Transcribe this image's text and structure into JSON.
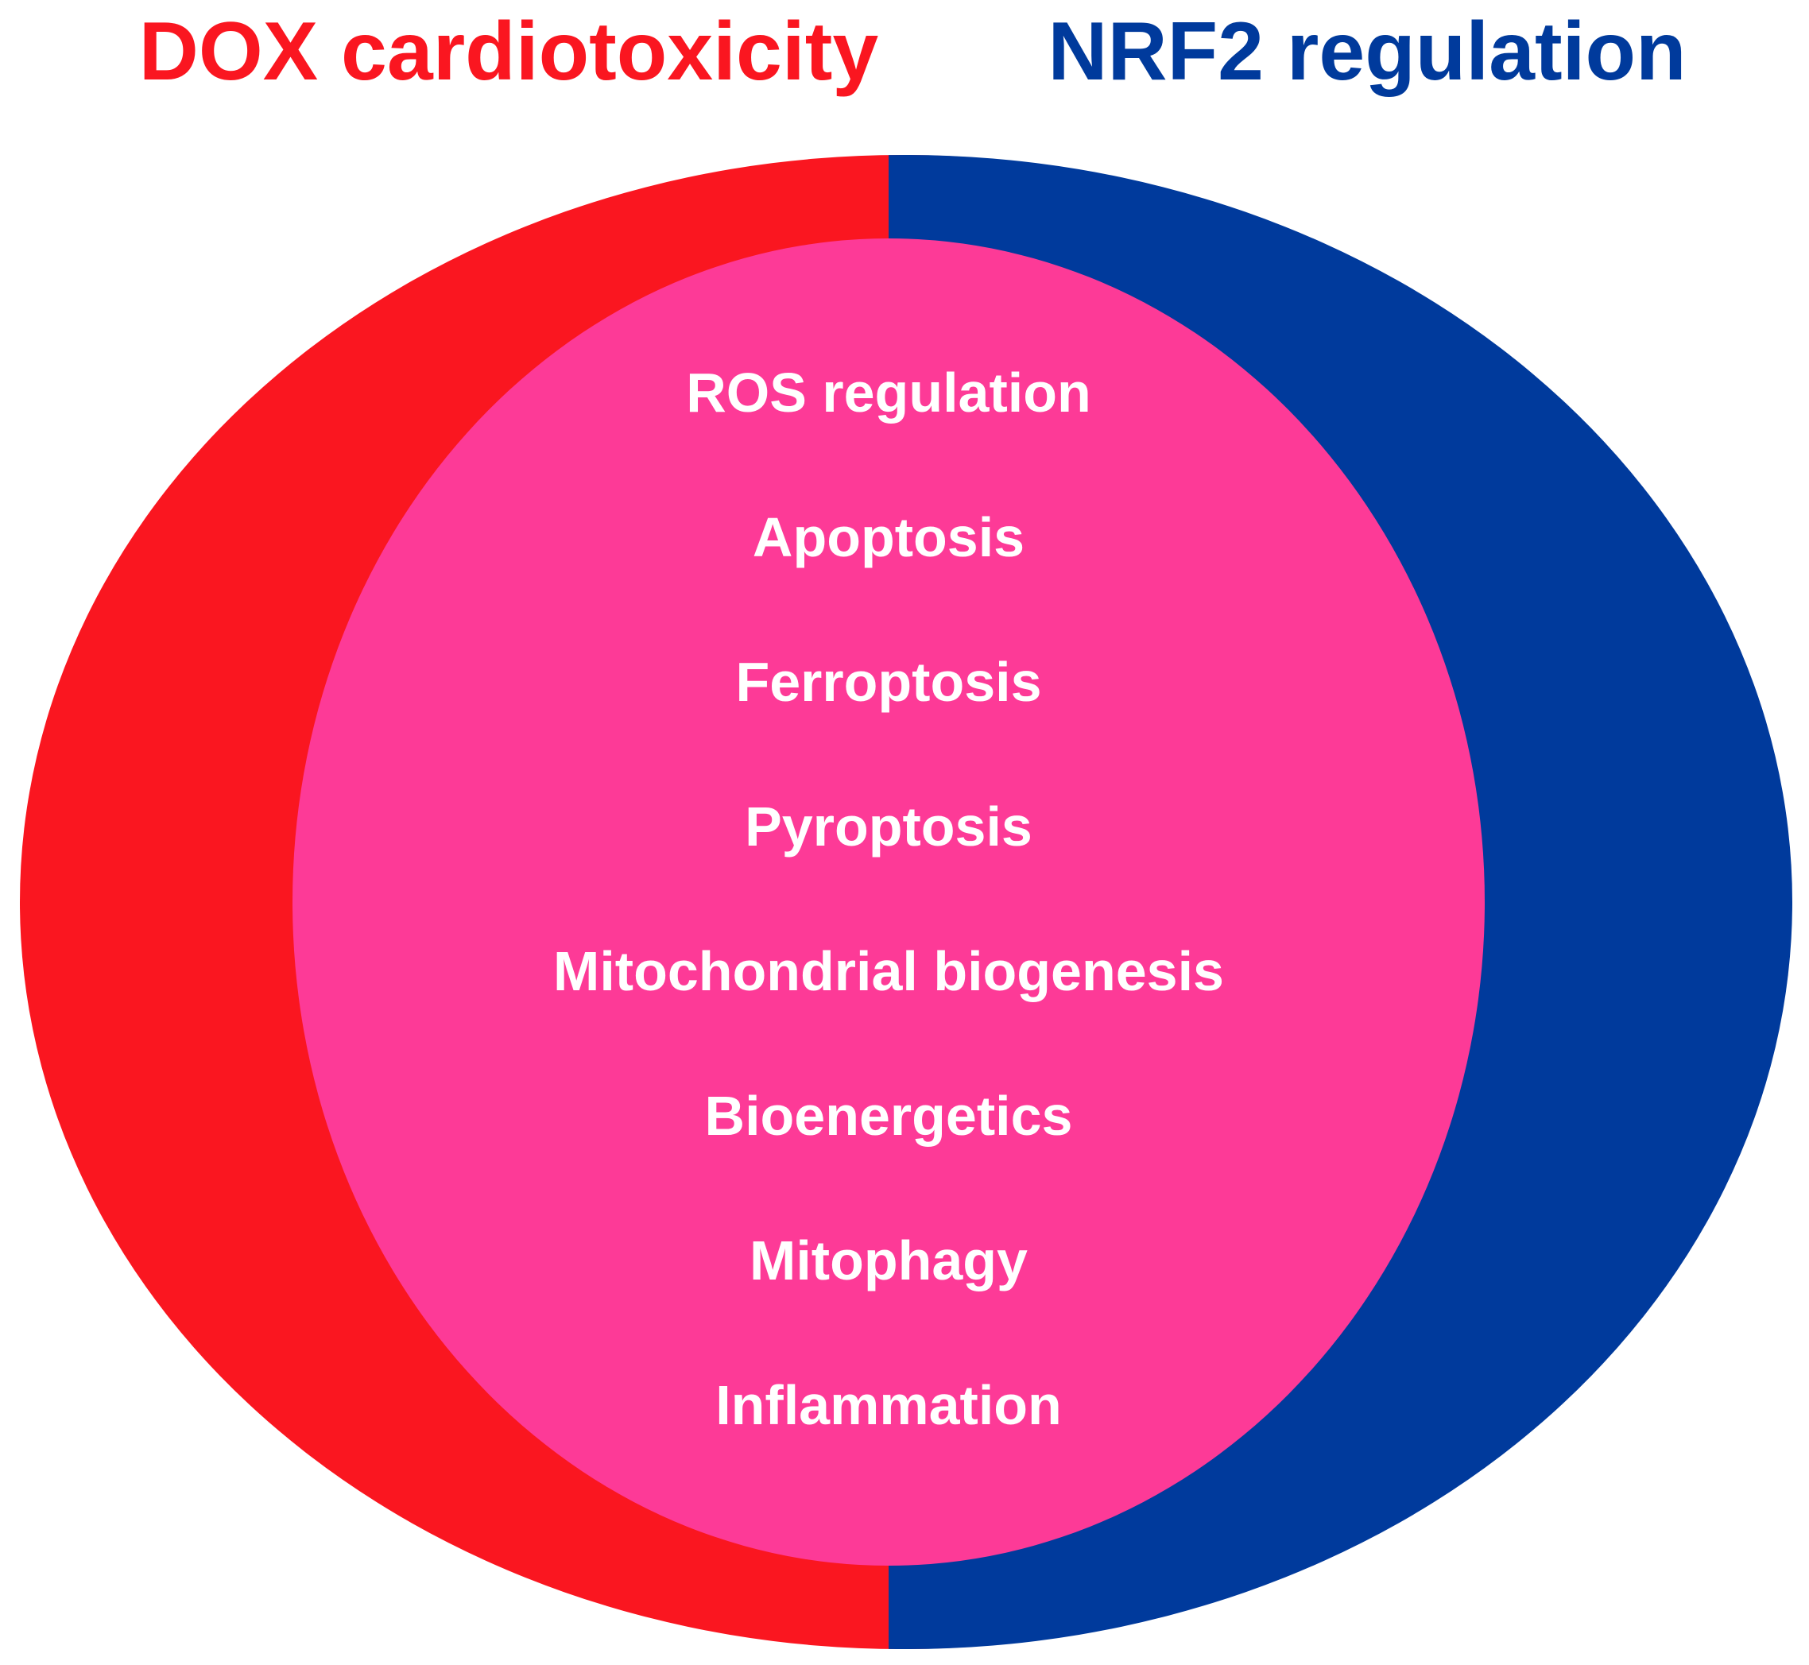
{
  "diagram": {
    "type": "venn",
    "left_set": {
      "label": "DOX cardiotoxicity",
      "color": "#fa1620"
    },
    "right_set": {
      "label": "NRF2 regulation",
      "color": "#003a9c"
    },
    "overlap": {
      "color": "#fd3a97",
      "items": [
        "ROS regulation",
        "Apoptosis",
        "Ferroptosis",
        "Pyroptosis",
        "Mitochondrial biogenesis",
        "Bioenergetics",
        "Mitophagy",
        "Inflammation"
      ]
    }
  }
}
